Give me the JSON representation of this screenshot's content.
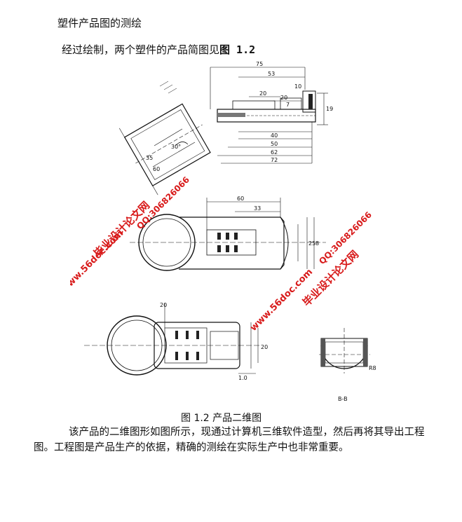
{
  "heading": "塑件产品图的测绘",
  "intro": {
    "text": "经过绘制，两个塑件的产品简图见",
    "figure_ref": "图 1.2"
  },
  "drawing": {
    "dims_top": [
      "75",
      "53",
      "20",
      "20",
      "10",
      "7",
      "40",
      "50",
      "62",
      "72",
      "19",
      "35",
      "60"
    ],
    "dims_mid": [
      "60",
      "33",
      "25",
      "8"
    ],
    "dims_bot": [
      "20",
      "1.0",
      "20",
      "R8"
    ],
    "section_label": "B-B",
    "angle_label": "30°"
  },
  "watermark": {
    "left_name": "毕业设计论文网",
    "left_url": "www.56doc.com",
    "left_qq": "QQ:306826066",
    "right_name": "毕业设计论文网",
    "right_url": "www.56doc.com",
    "right_qq": "QQ:306826066",
    "color": "#d81a1a"
  },
  "caption": "图 1.2   产品二维图",
  "paragraph": "该产品的二维图形如图所示，现通过计算机三维软件造型，然后再将其导出工程图。工程图是产品生产的依据，精确的测绘在实际生产中也非常重要。"
}
